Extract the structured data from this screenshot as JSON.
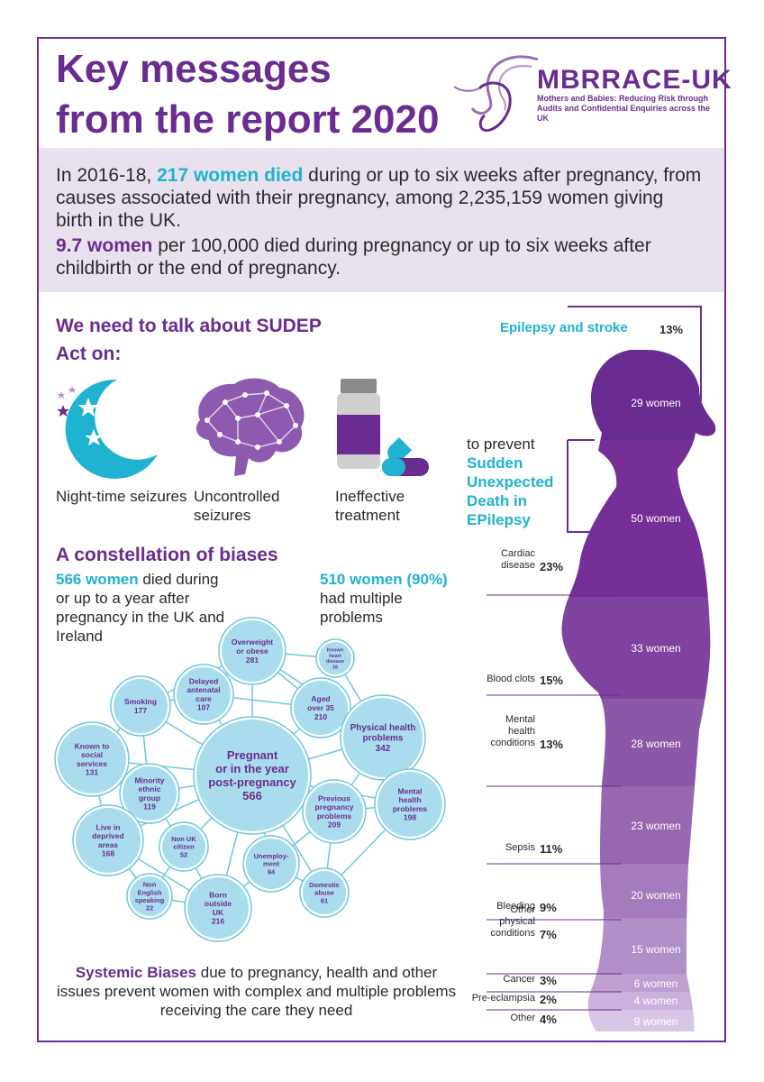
{
  "header": {
    "title_line1": "Key messages",
    "title_line2": "from the report 2020",
    "logo_name": "MBRRACE-UK",
    "logo_tagline": "Mothers and Babies: Reducing Risk through Audits and Confidential Enquiries across the UK"
  },
  "intro": {
    "p1_a": "In 2016-18, ",
    "p1_highlight": "217 women died",
    "p1_b": " during or up to six weeks after pregnancy, from causes associated with their pregnancy, among 2,235,159 women giving birth in the UK.",
    "p2_highlight": "9.7 women",
    "p2_b": " per 100,000 died during pregnancy or up to six weeks after childbirth or the end of pregnancy."
  },
  "sudep": {
    "heading": "We need to talk about SUDEP",
    "act_on": "Act on:",
    "items": [
      {
        "label": "Night-time seizures",
        "icon": "moon-stars-icon"
      },
      {
        "label": "Uncontrolled seizures",
        "icon": "brain-network-icon"
      },
      {
        "label": "Ineffective treatment",
        "icon": "medicine-bottle-pills-icon"
      }
    ],
    "prevent_text": "to prevent",
    "sudep_expansion": "Sudden Unexpected Death in EPilepsy"
  },
  "biases": {
    "heading": "A constellation of biases",
    "left_highlight": "566 women",
    "left_text": " died during or up to a year after pregnancy in the UK and Ireland",
    "right_highlight": "510 women (90%)",
    "right_text": "had multiple problems",
    "bottom_highlight": "Systemic Biases",
    "bottom_text": " due to pregnancy, health and other issues prevent women with complex and multiple problems receiving the care they need",
    "bubbles": [
      {
        "label": "Pregnant|or in the year|post-pregnancy|566"
      },
      {
        "label": "Overweight|or obese|281"
      },
      {
        "label": "Known|heart|disease|16"
      },
      {
        "label": "Delayed|antenatal|care|107"
      },
      {
        "label": "Smoking|177"
      },
      {
        "label": "Aged|over 35|210"
      },
      {
        "label": "Physical health|problems|342"
      },
      {
        "label": "Known to|social|services|131"
      },
      {
        "label": "Minority|ethnic|group|119"
      },
      {
        "label": "Previous|pregnancy|problems|209"
      },
      {
        "label": "Mental|health|problems|198"
      },
      {
        "label": "Live in|deprived|areas|168"
      },
      {
        "label": "Non UK|citizen|52"
      },
      {
        "label": "Unemploy-|ment|94"
      },
      {
        "label": "Domestic|abuse|61"
      },
      {
        "label": "Non|English|speaking|22"
      },
      {
        "label": "Born|outside|UK|216"
      }
    ]
  },
  "causes": {
    "top_label": "Epilepsy and stroke",
    "top_pct": "13%",
    "rows": [
      {
        "label": "Cardiac|disease",
        "pct": "23%",
        "women": "29 women"
      },
      {
        "label": "Blood clots",
        "pct": "15%",
        "women": "50 women"
      },
      {
        "label": "Mental|health|conditions",
        "pct": "13%",
        "women": "33 women"
      },
      {
        "label": "Sepsis",
        "pct": "11%",
        "women": "28 women"
      },
      {
        "label": "Bleeding",
        "pct": "9%",
        "women": "23 women"
      },
      {
        "label": "Other|physical|conditions",
        "pct": "7%",
        "women": "20 women"
      },
      {
        "label": "Cancer",
        "pct": "3%",
        "women": "15 women"
      },
      {
        "label": "Pre-eclampsia",
        "pct": "2%",
        "women": "6 women"
      },
      {
        "label": "Other",
        "pct": "4%",
        "women": "4 women"
      }
    ],
    "last_women": "9 women"
  },
  "colors": {
    "purple": "#6b2c91",
    "teal": "#1fb3d1",
    "intro_bg": "#e9e2ee",
    "bubble_fill": "#a9ddee"
  }
}
